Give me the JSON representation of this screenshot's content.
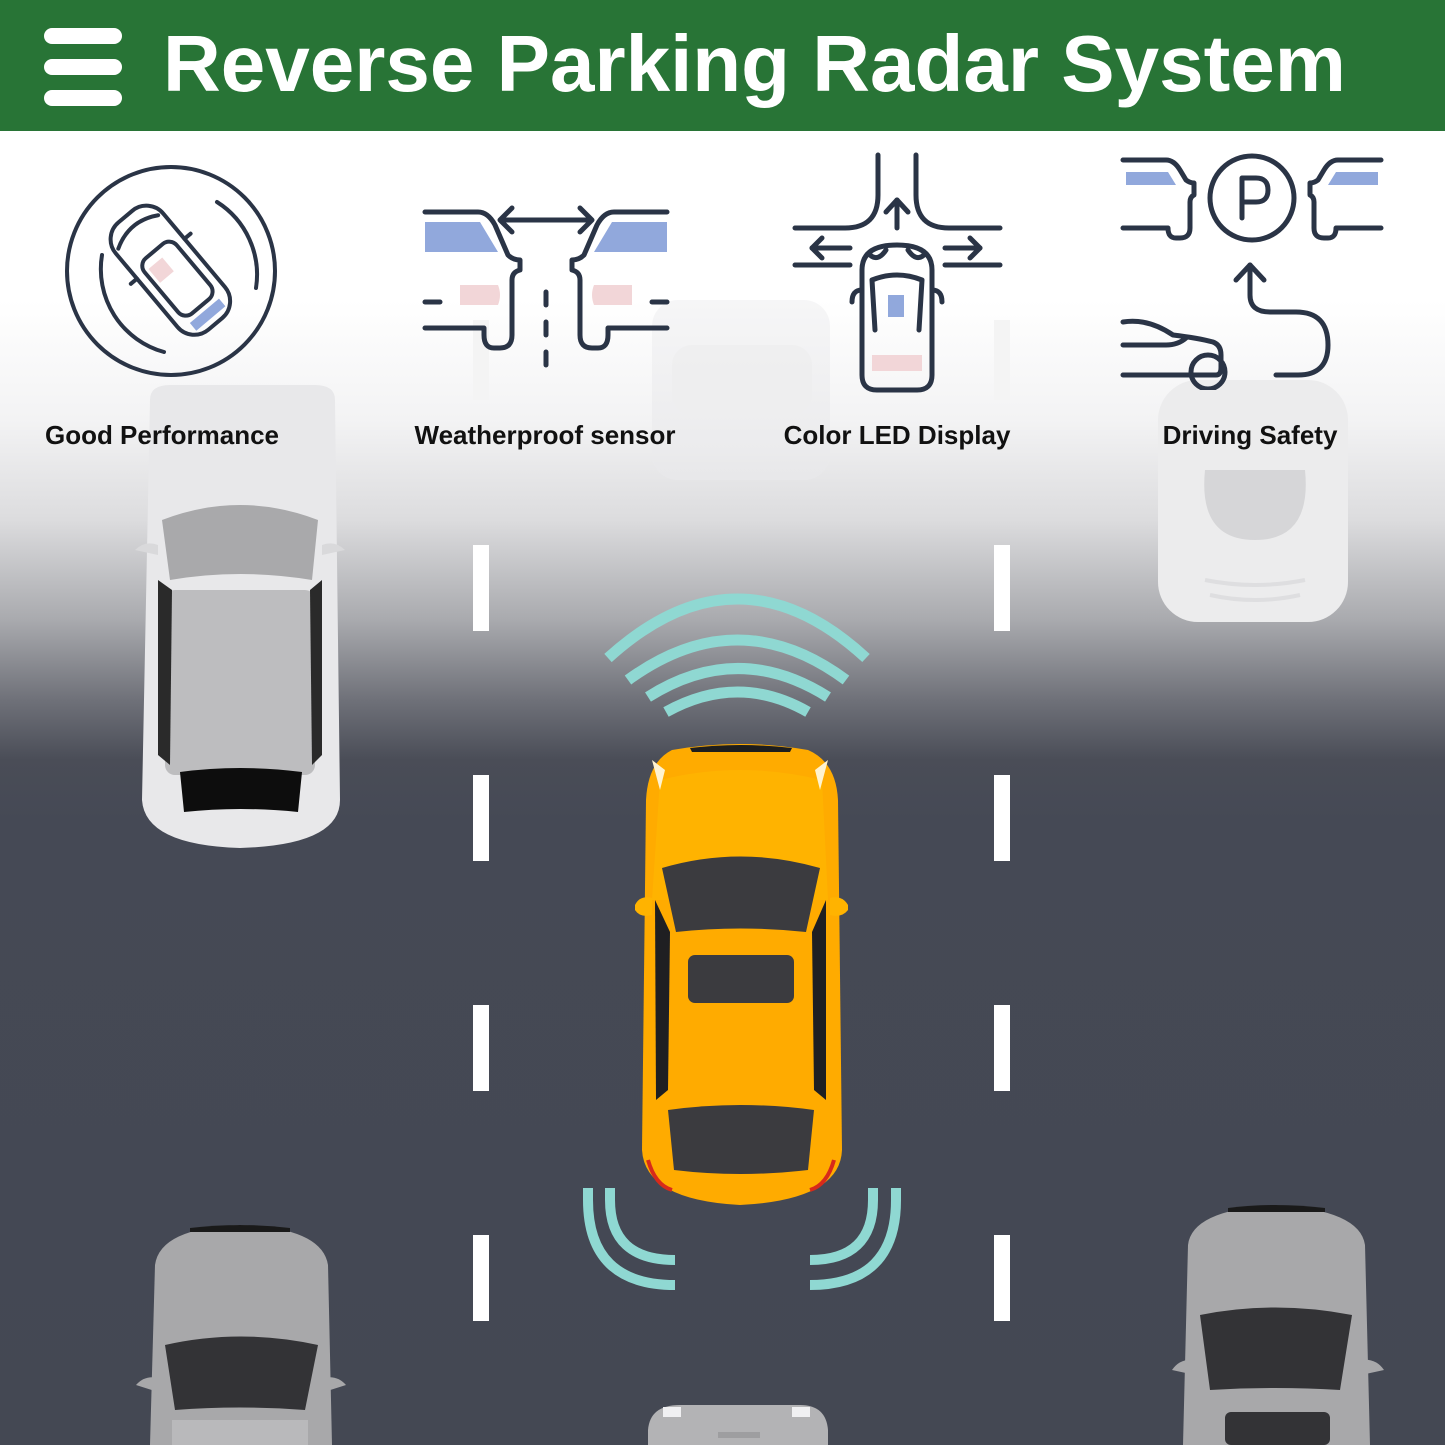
{
  "header": {
    "title": "Reverse Parking Radar System",
    "menu_icon": "hamburger-menu-icon",
    "background_color": "#287436",
    "text_color": "#ffffff"
  },
  "features": [
    {
      "label": "Good Performance",
      "icon": "car-in-circle-icon"
    },
    {
      "label": "Weatherproof sensor",
      "icon": "two-cars-distance-icon"
    },
    {
      "label": "Color LED Display",
      "icon": "car-intersection-icon"
    },
    {
      "label": "Driving Safety",
      "icon": "parking-assist-icon"
    }
  ],
  "scene": {
    "road_color": "#444853",
    "lane_marking_color": "#ffffff",
    "main_car_color": "#ffab00",
    "radar_wave_color": "#8fd8d2",
    "parked_car_color": "#b3b3b5",
    "icon_stroke_color": "#2a3446",
    "icon_accent_blue": "#91a8dc",
    "icon_accent_pink": "#f2d6d8"
  }
}
